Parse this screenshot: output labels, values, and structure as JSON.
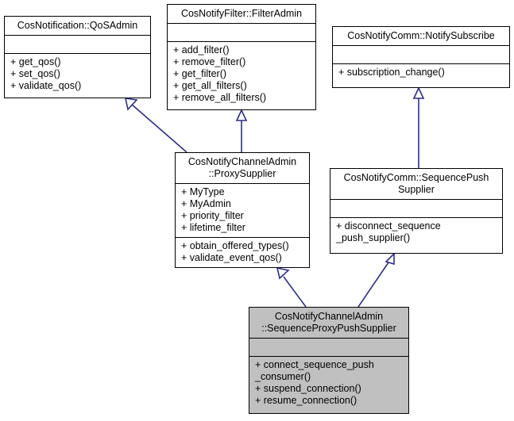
{
  "diagram": {
    "kind": "uml-class-inheritance-diagram",
    "line_color": "#2d2d8f",
    "box_border_color": "#000000",
    "box_fill_color": "#ffffff",
    "highlight_fill_color": "#c0c0c0"
  },
  "classes": [
    {
      "id": "qosadmin",
      "name": "CosNotification::QoSAdmin",
      "attributes": [],
      "operations": [
        "+ get_qos()",
        "+ set_qos()",
        "+ validate_qos()"
      ],
      "highlighted": false
    },
    {
      "id": "filteradmin",
      "name": "CosNotifyFilter::FilterAdmin",
      "attributes": [],
      "operations": [
        "+ add_filter()",
        "+ remove_filter()",
        "+ get_filter()",
        "+ get_all_filters()",
        "+ remove_all_filters()"
      ],
      "highlighted": false
    },
    {
      "id": "notifysubscribe",
      "name": "CosNotifyComm::NotifySubscribe",
      "attributes": [],
      "operations": [
        "+ subscription_change()"
      ],
      "highlighted": false
    },
    {
      "id": "proxysupplier",
      "name": "CosNotifyChannelAdmin\n::ProxySupplier",
      "attributes": [
        "+ MyType",
        "+ MyAdmin",
        "+ priority_filter",
        "+ lifetime_filter"
      ],
      "operations": [
        "+ obtain_offered_types()",
        "+ validate_event_qos()"
      ],
      "highlighted": false
    },
    {
      "id": "sequencepushsupplier",
      "name": "CosNotifyComm::SequencePush\nSupplier",
      "attributes": [],
      "operations": [
        "+ disconnect_sequence\n_push_supplier()"
      ],
      "highlighted": false
    },
    {
      "id": "sequenceproxypushsupplier",
      "name": "CosNotifyChannelAdmin\n::SequenceProxyPushSupplier",
      "attributes": [],
      "operations": [
        "+ connect_sequence_push\n_consumer()",
        "+ suspend_connection()",
        "+ resume_connection()"
      ],
      "highlighted": true
    }
  ],
  "relations": [
    {
      "from": "proxysupplier",
      "to": "qosadmin",
      "type": "generalization"
    },
    {
      "from": "proxysupplier",
      "to": "filteradmin",
      "type": "generalization"
    },
    {
      "from": "sequencepushsupplier",
      "to": "notifysubscribe",
      "type": "generalization"
    },
    {
      "from": "sequenceproxypushsupplier",
      "to": "proxysupplier",
      "type": "generalization"
    },
    {
      "from": "sequenceproxypushsupplier",
      "to": "sequencepushsupplier",
      "type": "generalization"
    }
  ]
}
